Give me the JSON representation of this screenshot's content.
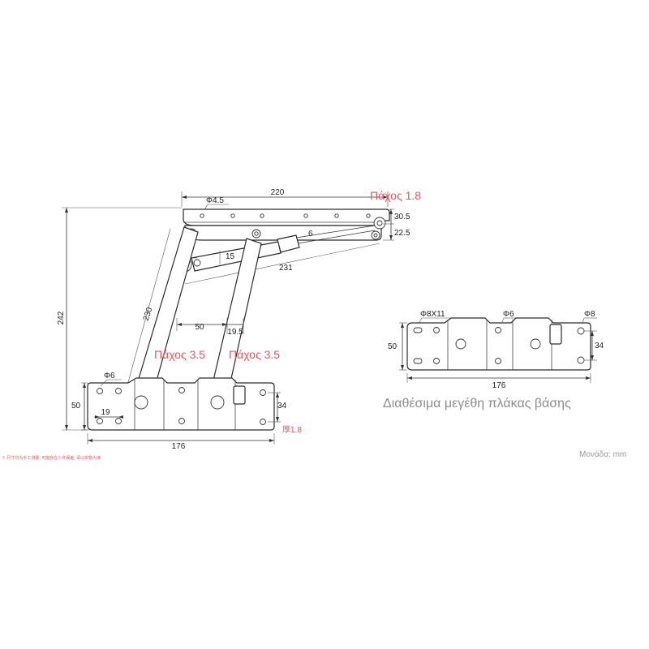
{
  "main_drawing": {
    "dims": {
      "top_width": "220",
      "top_hole": "Φ4.5",
      "top_h1": "30.5",
      "top_h2": "22.5",
      "total_height": "242",
      "strut_rod": "6",
      "strut_off": "15",
      "strut_len": "231",
      "arm_len": "230",
      "arm_gap": "50",
      "arm_w": "19.5",
      "base_hole": "Φ6",
      "base_h": "50",
      "base_hole_spacing": "19",
      "base_right_h": "34",
      "base_width": "176"
    },
    "labels": {
      "top_thickness": "Πάχος 1.8",
      "arm_thickness_left": "Πάχος 3.5",
      "arm_thickness_right": "Πάχος 3.5",
      "base_thickness": "厚1.8",
      "note": "※ 尺寸均为手工测量, 可能存在少许误差, 请以实物为准"
    }
  },
  "base_plate_option": {
    "dims": {
      "slot": "Φ8X11",
      "hole_mid": "Φ6",
      "hole_right": "Φ8",
      "height_left": "50",
      "height_right": "34",
      "width": "176"
    },
    "caption": "Διαθέσιμα μεγέθη πλάκας βάσης"
  },
  "unit_label": "Μονάδα: mm"
}
